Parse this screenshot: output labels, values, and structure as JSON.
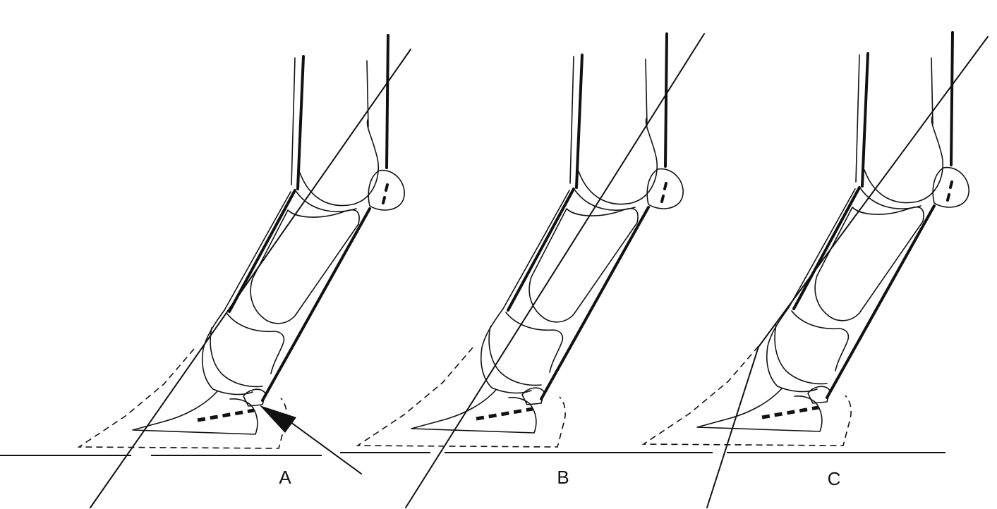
{
  "panels": [
    {
      "id": "a",
      "label": "A"
    },
    {
      "id": "b",
      "label": "B"
    },
    {
      "id": "c",
      "label": "C"
    }
  ]
}
